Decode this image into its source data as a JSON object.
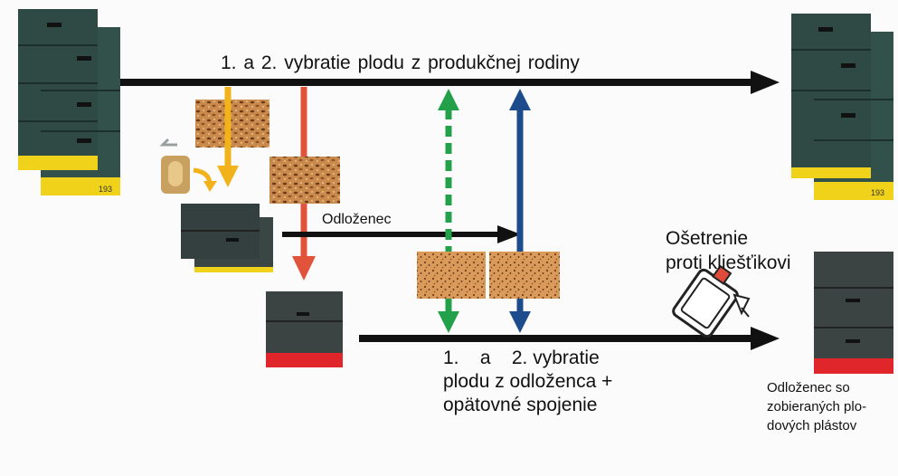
{
  "labels": {
    "top_line": "1.    a    2. vybratie plodu z produkčnej rodiny",
    "odlozenec": "Odloženec",
    "bottom_text": "1.    a    2. vybratie\nplodu z odloženca +\nopätovné spojenie",
    "treatment": "Ošetrenie\nproti kliešťikovi",
    "result": "Odloženec so\nzobieraných plo-\ndových plástov"
  },
  "hive_numbers": {
    "left": "193",
    "right": "193"
  },
  "colors": {
    "arrow_black": "#111111",
    "arrow_orange": "#f2b21c",
    "arrow_red": "#e2533c",
    "arrow_green": "#22a04a",
    "arrow_blue": "#1d4c8c",
    "hive_green": "#2f4a44",
    "hive_grey": "#3b4443",
    "hive_yellow": "#f0d21a",
    "hive_red": "#e0262a",
    "brood_tan": "#d89a58"
  }
}
